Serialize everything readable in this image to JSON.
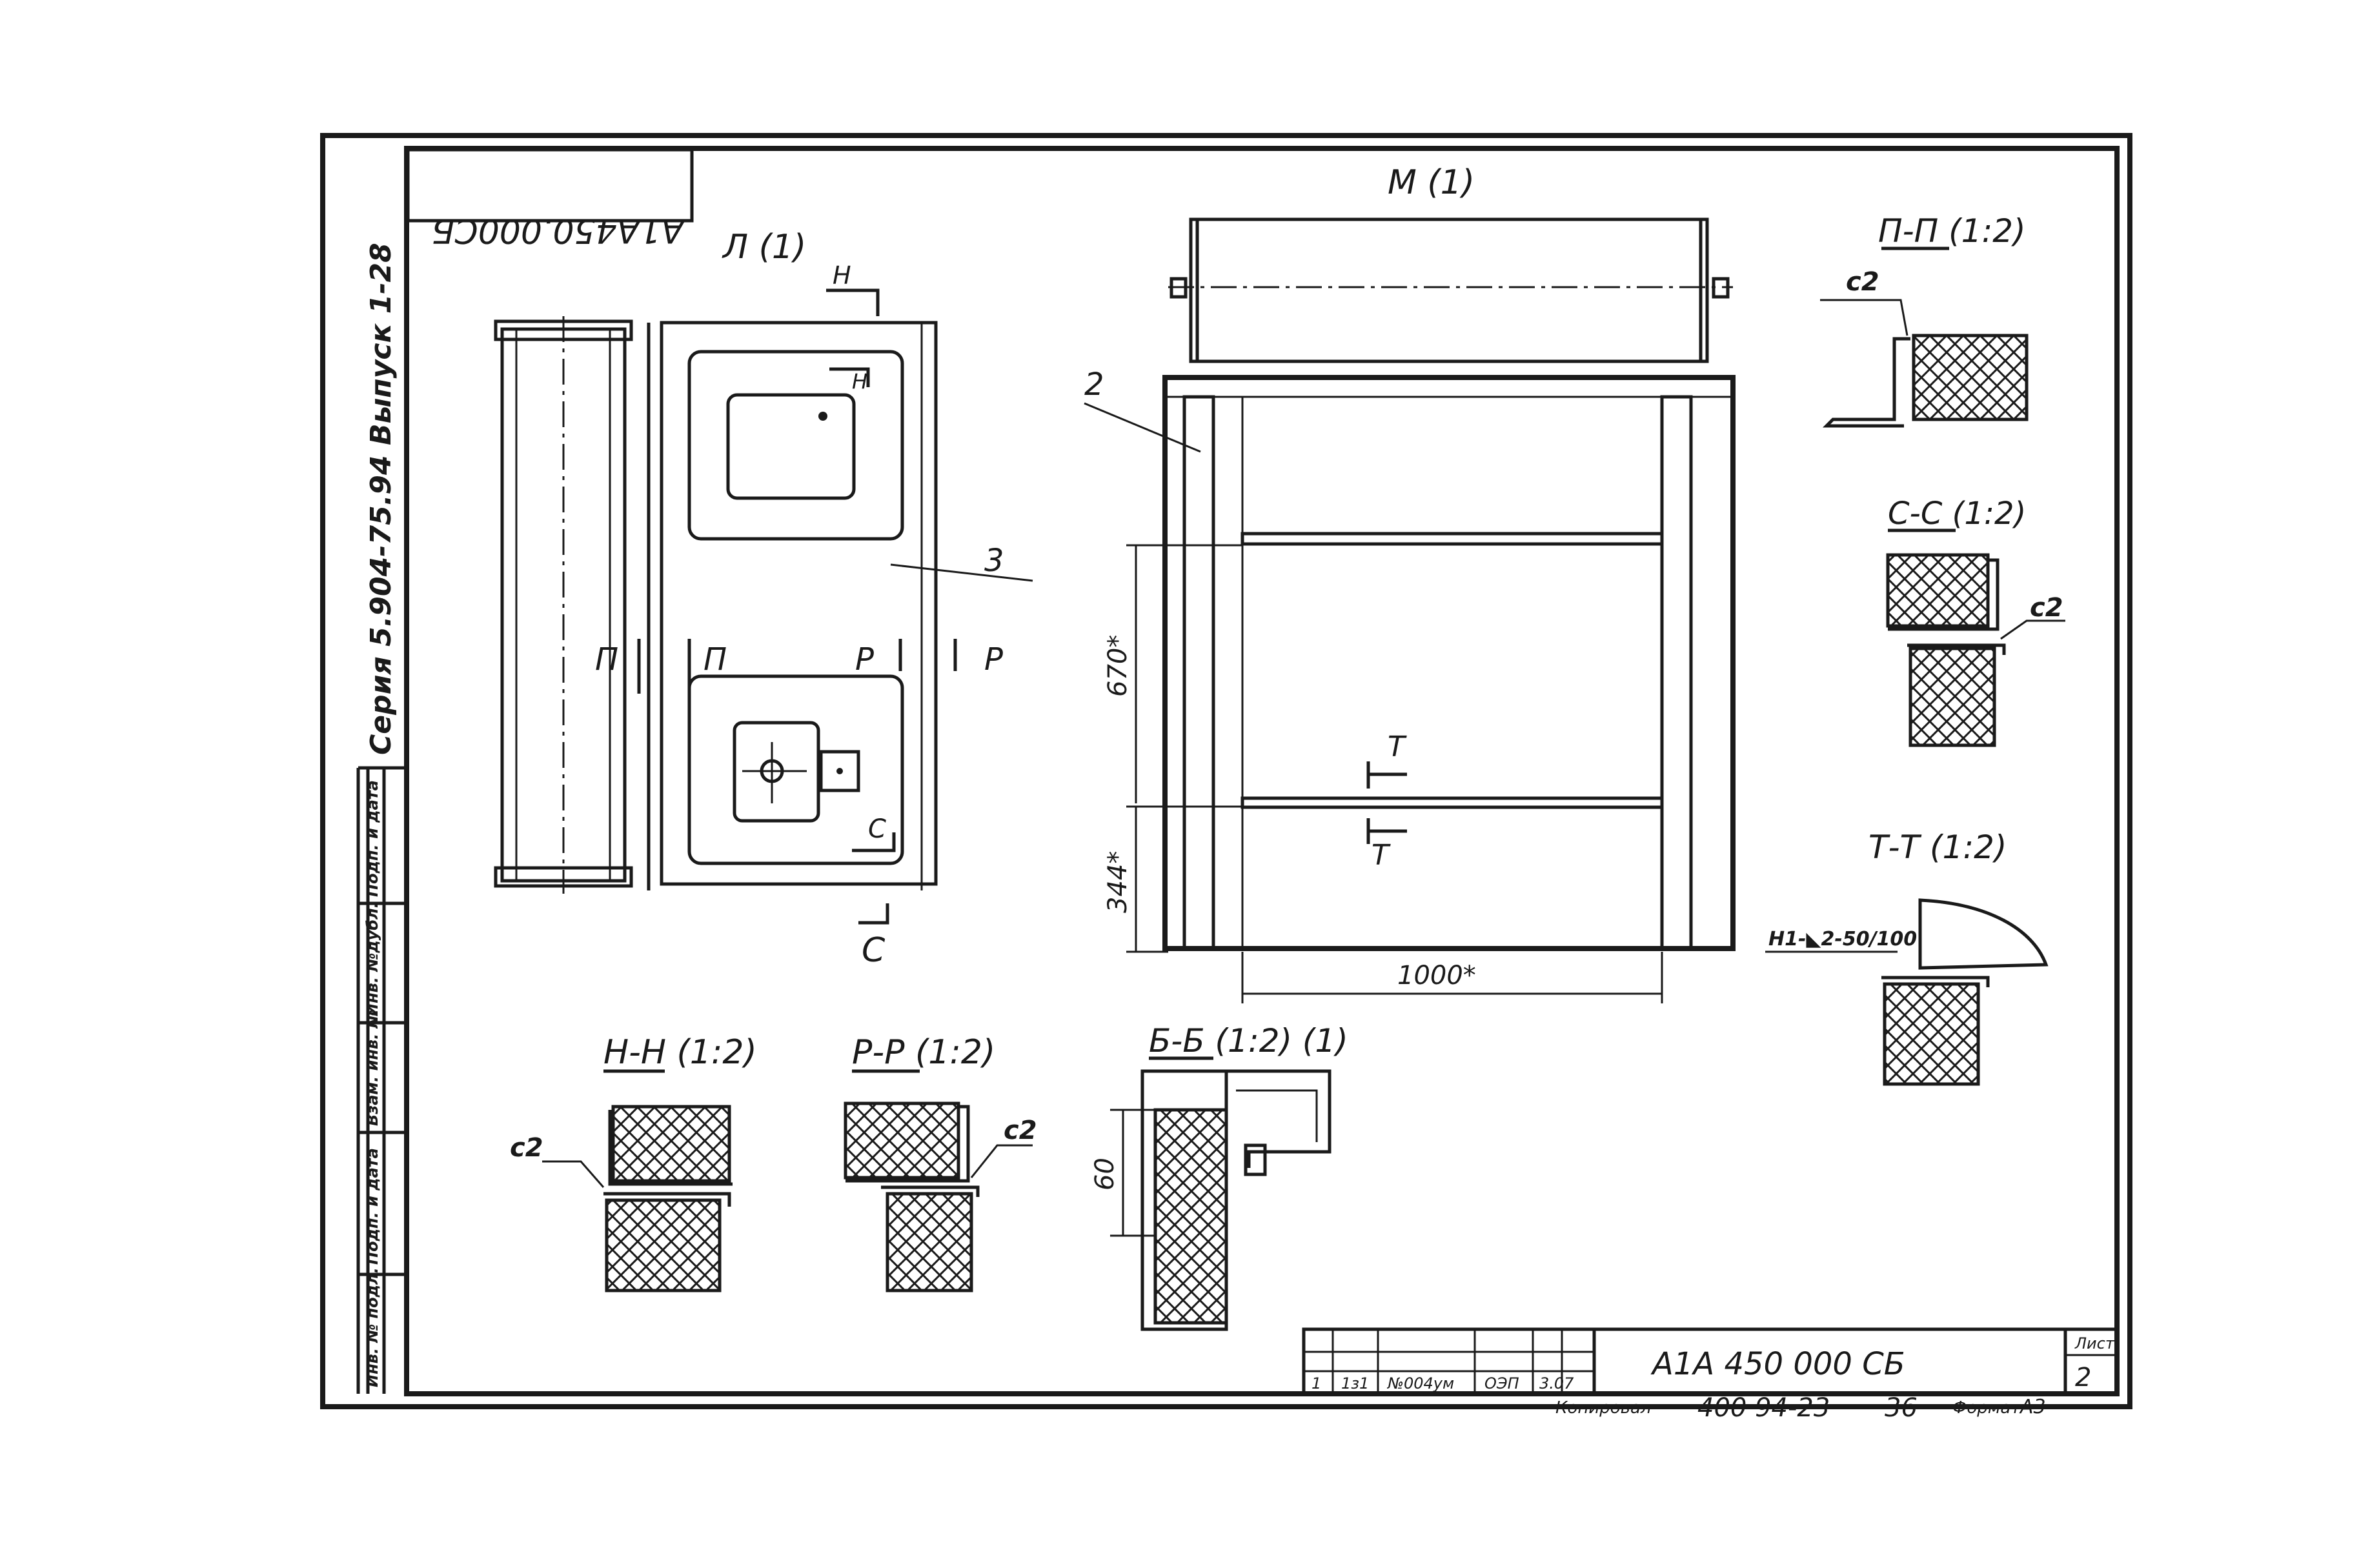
{
  "drawing": {
    "doc_code": "А1А 450 000 СБ",
    "doc_code_mirrored": "А1А450.000СБ",
    "side_stamp": "Серия  5.904-75.94   Выпуск  1-28",
    "sheet_label": "Лист",
    "sheet_no": "2",
    "format_label": "Формат",
    "format_value": "А3",
    "copied_label": "Копировал",
    "archive_no": "400 94-23",
    "copy_no": "36",
    "revision_cells": [
      "1",
      "1з1",
      "№004ум",
      "ОЭП",
      "3.07"
    ],
    "side_columns": [
      "Инв. № подл.",
      "Подп. и дата",
      "Взам. инв. №",
      "Инв. №дубл.",
      "Подп. и дата"
    ]
  },
  "views": {
    "view_l": "Л (1)",
    "view_m": "М (1)",
    "sec_pp": "П-П (1:2)",
    "sec_ss": "С-С (1:2)",
    "sec_tt": "Т-Т (1:2)",
    "sec_nn": "Н-Н (1:2)",
    "sec_rr": "Р-Р (1:2)",
    "sec_bb": "Б-Б (1:2) (1)"
  },
  "marks": {
    "n": "Н",
    "p": "П",
    "r": "Р",
    "s": "С",
    "t": "Т",
    "pos2": "2",
    "pos3": "3",
    "c2": "с2"
  },
  "dimensions": {
    "d670": "670*",
    "d344": "344*",
    "d1000": "1000*",
    "d60": "60",
    "weld": "Н1-◣2-50/100"
  }
}
